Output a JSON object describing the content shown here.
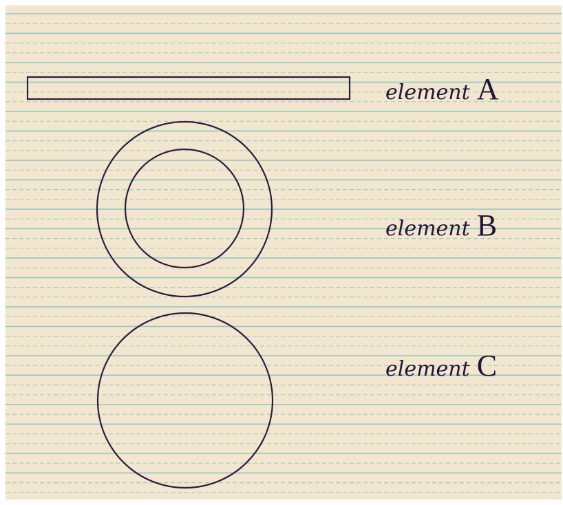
{
  "colors": {
    "paper": "#f2e6cf",
    "ruled_line": "#7fc0c2",
    "ink": "#2a1e3e"
  },
  "elements": [
    {
      "word": "element",
      "letter": "A",
      "shape": "rectangle"
    },
    {
      "word": "element",
      "letter": "B",
      "shape": "concentric-circles"
    },
    {
      "word": "element",
      "letter": "C",
      "shape": "circle"
    }
  ]
}
